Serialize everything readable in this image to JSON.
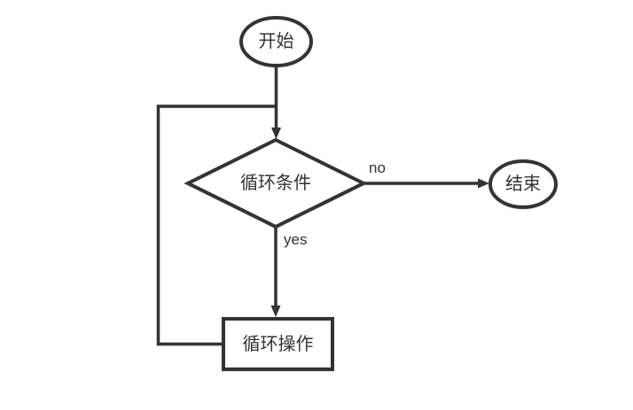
{
  "diagram": {
    "type": "flowchart",
    "background_color": "#ffffff",
    "stroke_color": "#333333",
    "fill_color": "#ffffff",
    "text_color": "#333333",
    "nodes": [
      {
        "id": "start",
        "shape": "ellipse",
        "label": "开始"
      },
      {
        "id": "condition",
        "shape": "diamond",
        "label": "循环条件"
      },
      {
        "id": "operation",
        "shape": "rectangle",
        "label": "循环操作"
      },
      {
        "id": "end",
        "shape": "ellipse",
        "label": "结束"
      }
    ],
    "edges": [
      {
        "from": "start",
        "to": "condition",
        "label": ""
      },
      {
        "from": "condition",
        "to": "end",
        "label": "no"
      },
      {
        "from": "condition",
        "to": "operation",
        "label": "yes"
      },
      {
        "from": "operation",
        "to": "condition",
        "label": "",
        "style": "loop-back"
      }
    ],
    "labels": {
      "start": "开始",
      "condition": "循环条件",
      "operation": "循环操作",
      "end": "结束",
      "no": "no",
      "yes": "yes"
    }
  }
}
